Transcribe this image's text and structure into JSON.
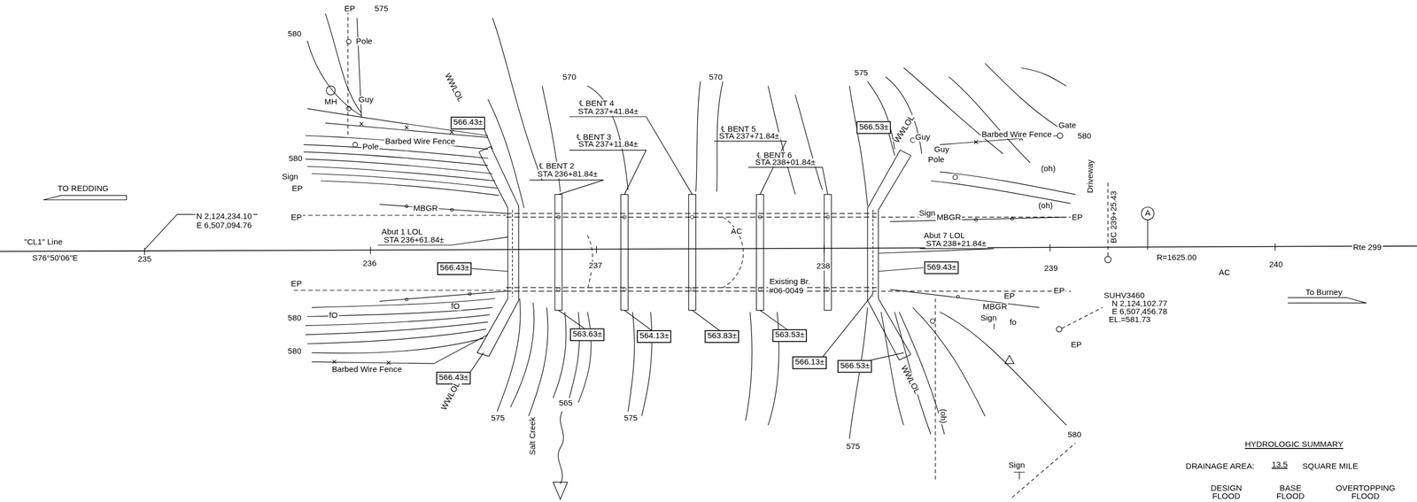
{
  "diagram": {
    "nodes": [
      {
        "text": [
          "566.43±"
        ]
      },
      {
        "text": [
          "566.53±"
        ]
      },
      {
        "text": [
          "566.43±"
        ]
      },
      {
        "text": [
          "569.43±"
        ]
      },
      {
        "text": [
          "563.63±"
        ]
      },
      {
        "text": [
          "564.13±"
        ]
      },
      {
        "text": [
          "563.83±"
        ]
      },
      {
        "text": [
          "563.53±"
        ]
      },
      {
        "text": [
          "566.13±"
        ]
      },
      {
        "text": [
          "566.53±"
        ]
      },
      {
        "text": [
          "566.43±"
        ]
      }
    ],
    "labels": [
      "EP",
      "575",
      "580",
      "Pole",
      "MH",
      "Guy",
      "WWLOL",
      "570",
      "570",
      "℄ BENT 4",
      "STA 237+41.84±",
      "℄ BENT 3",
      "STA 237+11.84±",
      "℄ BENT 2",
      "STA 236+81.84±",
      "℄ BENT 5",
      "STA 237+71.84±",
      "℄ BENT 6",
      "STA 238+01.84±",
      "575",
      "WWLOL",
      "Guy",
      "Barbed Wire Fence",
      "Gate",
      "580",
      "Guy",
      "Pole",
      "(oh)",
      "Driveway",
      "580",
      "Barbed Wire Fence",
      "Pole",
      "Sign",
      "EP",
      "TO REDDING",
      "N 2,124,234.10",
      "E 6,507,094.76",
      "EP",
      "MBGR",
      "(oh)",
      "Sign",
      "MBGR",
      "EP",
      "BC 239+25.43",
      "A",
      "\"CL1\" Line",
      "S76°50'06\"E",
      "235",
      "236",
      "Abut 1 LOL",
      "STA 236+61.84±",
      "237",
      "AC",
      "238",
      "Abut 7 LOL",
      "STA 238+21.84±",
      "239",
      "R=1625.00",
      "Rte 299",
      "240",
      "AC",
      "To Burney",
      "EP",
      "EP",
      "EP",
      "SUHV3460",
      "N 2,124,102.77",
      "E 6,507,456.78",
      "EL.=581.73",
      "fO",
      "fO",
      "580",
      "MBGR",
      "Sign",
      "fo",
      "EP",
      "Existing Br.",
      "#06-0049",
      "580",
      "Barbed Wire Fence",
      "WWLOL",
      "575",
      "565",
      "575",
      "Salt Creek",
      "575",
      "WWLOL",
      "(oh)",
      "580",
      "Sign",
      "HYDROLOGIC SUMMARY",
      "DRAINAGE AREA:",
      "13.5",
      "SQUARE MILE",
      "DESIGN FLOOD",
      "BASE FLOOD",
      "OVERTOPPING FLOOD"
    ]
  }
}
